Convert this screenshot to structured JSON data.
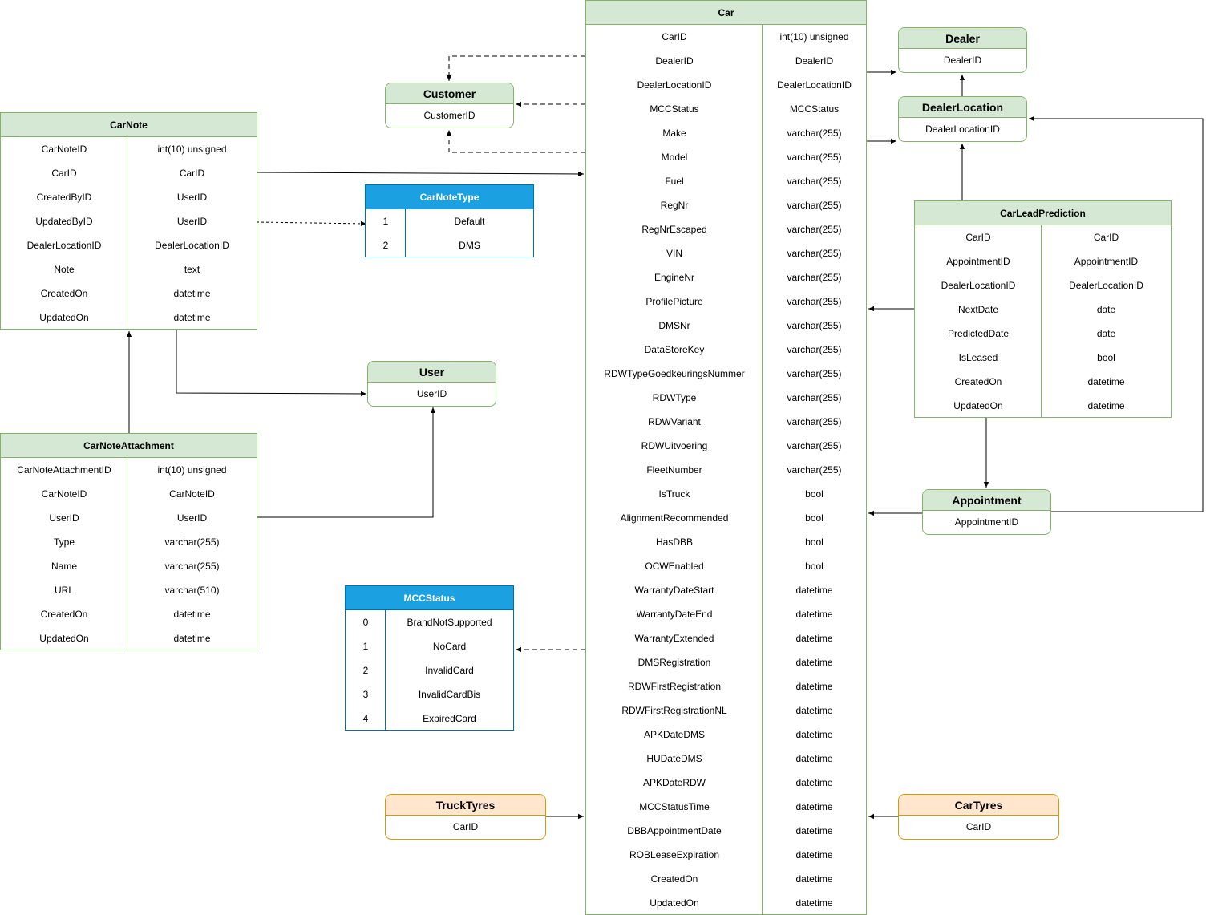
{
  "colors": {
    "green_border": "#82b366",
    "green_fill": "#d5e8d4",
    "blue_border": "#006eaf",
    "blue_fill": "#1ba1e2",
    "orange_border": "#d79b00",
    "orange_fill": "#ffe6cc"
  },
  "tables": {
    "car": {
      "title": "Car",
      "rows": [
        [
          "CarID",
          "int(10) unsigned"
        ],
        [
          "DealerID",
          "DealerID"
        ],
        [
          "DealerLocationID",
          "DealerLocationID"
        ],
        [
          "MCCStatus",
          "MCCStatus"
        ],
        [
          "Make",
          "varchar(255)"
        ],
        [
          "Model",
          "varchar(255)"
        ],
        [
          "Fuel",
          "varchar(255)"
        ],
        [
          "RegNr",
          "varchar(255)"
        ],
        [
          "RegNrEscaped",
          "varchar(255)"
        ],
        [
          "VIN",
          "varchar(255)"
        ],
        [
          "EngineNr",
          "varchar(255)"
        ],
        [
          "ProfilePicture",
          "varchar(255)"
        ],
        [
          "DMSNr",
          "varchar(255)"
        ],
        [
          "DataStoreKey",
          "varchar(255)"
        ],
        [
          "RDWTypeGoedkeuringsNummer",
          "varchar(255)"
        ],
        [
          "RDWType",
          "varchar(255)"
        ],
        [
          "RDWVariant",
          "varchar(255)"
        ],
        [
          "RDWUitvoering",
          "varchar(255)"
        ],
        [
          "FleetNumber",
          "varchar(255)"
        ],
        [
          "IsTruck",
          "bool"
        ],
        [
          "AlignmentRecommended",
          "bool"
        ],
        [
          "HasDBB",
          "bool"
        ],
        [
          "OCWEnabled",
          "bool"
        ],
        [
          "WarrantyDateStart",
          "datetime"
        ],
        [
          "WarrantyDateEnd",
          "datetime"
        ],
        [
          "WarrantyExtended",
          "datetime"
        ],
        [
          "DMSRegistration",
          "datetime"
        ],
        [
          "RDWFirstRegistration",
          "datetime"
        ],
        [
          "RDWFirstRegistrationNL",
          "datetime"
        ],
        [
          "APKDateDMS",
          "datetime"
        ],
        [
          "HUDateDMS",
          "datetime"
        ],
        [
          "APKDateRDW",
          "datetime"
        ],
        [
          "MCCStatusTime",
          "datetime"
        ],
        [
          "DBBAppointmentDate",
          "datetime"
        ],
        [
          "ROBLeaseExpiration",
          "datetime"
        ],
        [
          "CreatedOn",
          "datetime"
        ],
        [
          "UpdatedOn",
          "datetime"
        ]
      ]
    },
    "carnote": {
      "title": "CarNote",
      "rows": [
        [
          "CarNoteID",
          "int(10) unsigned"
        ],
        [
          "CarID",
          "CarID"
        ],
        [
          "CreatedByID",
          "UserID"
        ],
        [
          "UpdatedByID",
          "UserID"
        ],
        [
          "DealerLocationID",
          "DealerLocationID"
        ],
        [
          "Note",
          "text"
        ],
        [
          "CreatedOn",
          "datetime"
        ],
        [
          "UpdatedOn",
          "datetime"
        ]
      ]
    },
    "carnoteattachment": {
      "title": "CarNoteAttachment",
      "rows": [
        [
          "CarNoteAttachmentID",
          "int(10) unsigned"
        ],
        [
          "CarNoteID",
          "CarNoteID"
        ],
        [
          "UserID",
          "UserID"
        ],
        [
          "Type",
          "varchar(255)"
        ],
        [
          "Name",
          "varchar(255)"
        ],
        [
          "URL",
          "varchar(510)"
        ],
        [
          "CreatedOn",
          "datetime"
        ],
        [
          "UpdatedOn",
          "datetime"
        ]
      ]
    },
    "carleadprediction": {
      "title": "CarLeadPrediction",
      "rows": [
        [
          "CarID",
          "CarID"
        ],
        [
          "AppointmentID",
          "AppointmentID"
        ],
        [
          "DealerLocationID",
          "DealerLocationID"
        ],
        [
          "NextDate",
          "date"
        ],
        [
          "PredictedDate",
          "date"
        ],
        [
          "IsLeased",
          "bool"
        ],
        [
          "CreatedOn",
          "datetime"
        ],
        [
          "UpdatedOn",
          "datetime"
        ]
      ]
    },
    "carnotetype": {
      "title": "CarNoteType",
      "rows": [
        [
          "1",
          "Default"
        ],
        [
          "2",
          "DMS"
        ]
      ]
    },
    "mccstatus": {
      "title": "MCCStatus",
      "rows": [
        [
          "0",
          "BrandNotSupported"
        ],
        [
          "1",
          "NoCard"
        ],
        [
          "2",
          "InvalidCard"
        ],
        [
          "3",
          "InvalidCardBis"
        ],
        [
          "4",
          "ExpiredCard"
        ]
      ]
    }
  },
  "entities": {
    "customer": {
      "title": "Customer",
      "field": "CustomerID"
    },
    "user": {
      "title": "User",
      "field": "UserID"
    },
    "dealer": {
      "title": "Dealer",
      "field": "DealerID"
    },
    "dealerlocation": {
      "title": "DealerLocation",
      "field": "DealerLocationID"
    },
    "appointment": {
      "title": "Appointment",
      "field": "AppointmentID"
    },
    "trucktyres": {
      "title": "TruckTyres",
      "field": "CarID"
    },
    "cartyres": {
      "title": "CarTyres",
      "field": "CarID"
    }
  }
}
